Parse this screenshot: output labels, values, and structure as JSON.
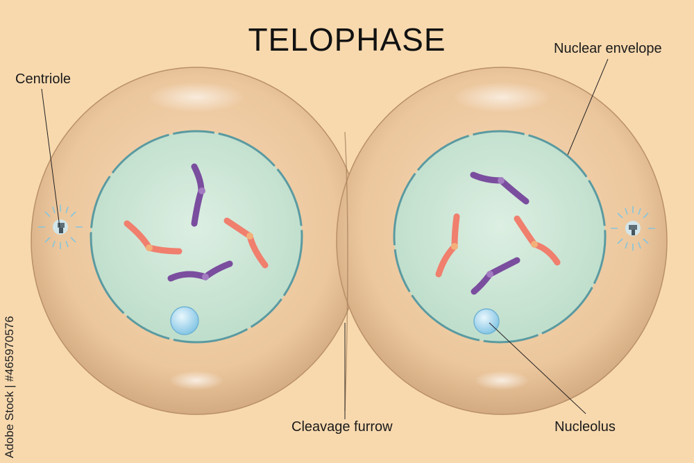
{
  "title": "TELOPHASE",
  "labels": {
    "centriole": "Centriole",
    "nuclear_envelope": "Nuclear envelope",
    "cleavage_furrow": "Cleavage furrow",
    "nucleolus": "Nucleolus"
  },
  "stock_id": "Adobe Stock | #465970576",
  "colors": {
    "background": "#f8d9ae",
    "cell": "#e9c196",
    "nucleus_fill": "#cfe6d6",
    "nucleus_outline": "#5a9aa1",
    "chromosome_purple": "#7a4d9e",
    "chromosome_orange": "#f07f6e",
    "centromere": "#f3b07a",
    "nucleolus": "#8ecbe6",
    "centriole": "#9fd2e6"
  }
}
